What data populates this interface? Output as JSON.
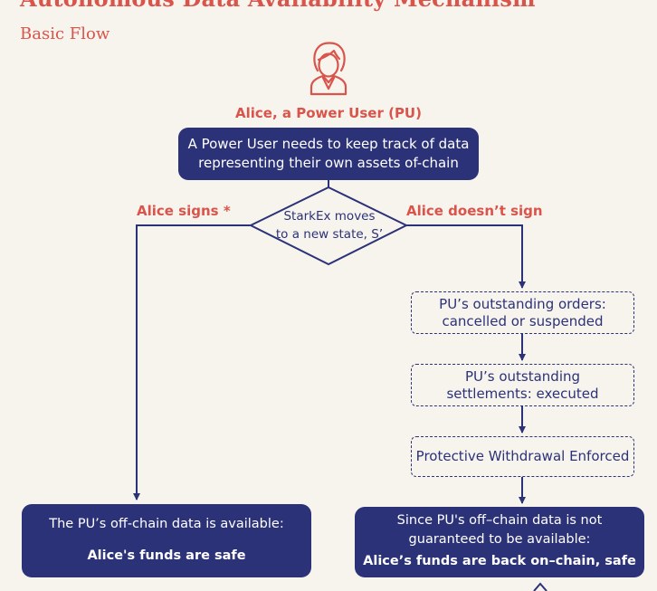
{
  "title": "Autonomous Data Availability Mechanism",
  "subtitle": "Basic Flow",
  "colors": {
    "navy": "#2c3278",
    "accent": "#d9544a",
    "background": "#f7f4ee"
  },
  "icons": {
    "actor": "user-avatar-icon"
  },
  "actor": {
    "label": "Alice, a Power User (PU)"
  },
  "start": {
    "line1": "A Power User needs to keep track of data",
    "line2": "representing their own assets of-chain"
  },
  "decision": {
    "line1": "StarkEx moves",
    "line2": "to a new state, S’"
  },
  "branches": {
    "left": "Alice signs *",
    "right": "Alice doesn’t sign"
  },
  "steps": [
    {
      "line1": "PU’s outstanding orders:",
      "line2": "cancelled or suspended"
    },
    {
      "line1": "PU’s outstanding",
      "line2": "settlements: executed"
    },
    {
      "line1": "Protective Withdrawal Enforced"
    }
  ],
  "outcomes": {
    "left": {
      "line1": "The PU’s off-chain data is available:",
      "result": "Alice's funds are safe"
    },
    "right": {
      "line1": "Since PU's off–chain data is not",
      "line2": "guaranteed to be available:",
      "result": "Alice’s funds are back on–chain, safe"
    }
  }
}
